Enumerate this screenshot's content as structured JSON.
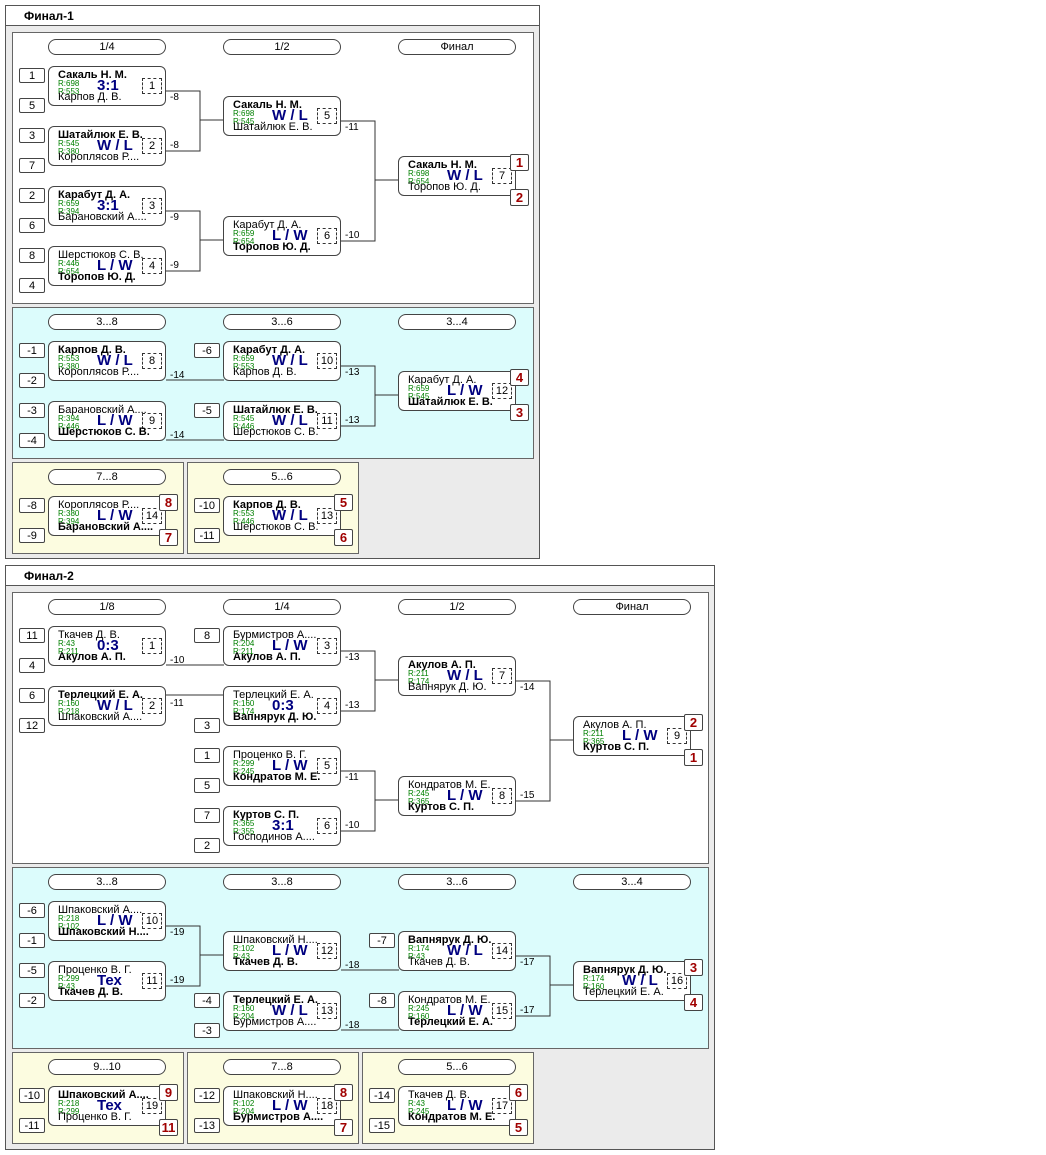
{
  "f1": {
    "title": "Финал-1",
    "rounds_main": [
      "1/4",
      "1/2",
      "Финал"
    ],
    "rounds_cons": [
      "3...8",
      "3...6",
      "3...4"
    ],
    "round_78": "7...8",
    "round_56": "5...6",
    "seeds": [
      "1",
      "5",
      "3",
      "7",
      "2",
      "6",
      "8",
      "4",
      "-1",
      "-2",
      "-3",
      "-4",
      "-6",
      "-5",
      "-8",
      "-9",
      "-10",
      "-11"
    ],
    "labels": [
      "-8",
      "-8",
      "-9",
      "-9",
      "-11",
      "-10",
      "-14",
      "-14",
      "-13",
      "-13"
    ],
    "places": [
      "1",
      "2",
      "4",
      "3",
      "8",
      "7",
      "5",
      "6"
    ],
    "matches": [
      {
        "p1": "Сакаль Н. М.",
        "r1": "R:698",
        "p2": "Карпов Д. В.",
        "r2": "R:553",
        "score": "3:1",
        "no": "1"
      },
      {
        "p1": "Шатайлюк Е. В.",
        "r1": "R:545",
        "p2": "Короплясов Р....",
        "r2": "R:380",
        "score": "W / L",
        "no": "2"
      },
      {
        "p1": "Карабут Д. А.",
        "r1": "R:659",
        "p2": "Барановский А....",
        "r2": "R:394",
        "score": "3:1",
        "no": "3"
      },
      {
        "p1": "Шерстюков С. В.",
        "r1": "R:446",
        "p2": "Торопов Ю. Д.",
        "r2": "R:654",
        "score": "L / W",
        "no": "4"
      },
      {
        "p1": "Сакаль Н. М.",
        "r1": "R:698",
        "p2": "Шатайлюк Е. В.",
        "r2": "R:545",
        "score": "W / L",
        "no": "5"
      },
      {
        "p1": "Карабут Д. А.",
        "r1": "R:659",
        "p2": "Торопов Ю. Д.",
        "r2": "R:654",
        "score": "L / W",
        "no": "6"
      },
      {
        "p1": "Сакаль Н. М.",
        "r1": "R:698",
        "p2": "Торопов Ю. Д.",
        "r2": "R:654",
        "score": "W / L",
        "no": "7"
      },
      {
        "p1": "Карпов Д. В.",
        "r1": "R:553",
        "p2": "Короплясов Р....",
        "r2": "R:380",
        "score": "W / L",
        "no": "8"
      },
      {
        "p1": "Барановский А....",
        "r1": "R:394",
        "p2": "Шерстюков С. В.",
        "r2": "R:446",
        "score": "L / W",
        "no": "9"
      },
      {
        "p1": "Карабут Д. А.",
        "r1": "R:659",
        "p2": "Карпов Д. В.",
        "r2": "R:553",
        "score": "W / L",
        "no": "10"
      },
      {
        "p1": "Шатайлюк Е. В.",
        "r1": "R:545",
        "p2": "Шерстюков С. В.",
        "r2": "R:446",
        "score": "W / L",
        "no": "11"
      },
      {
        "p1": "Карабут Д. А.",
        "r1": "R:659",
        "p2": "Шатайлюк Е. В.",
        "r2": "R:545",
        "score": "L / W",
        "no": "12"
      },
      {
        "p1": "Короплясов Р....",
        "r1": "R:380",
        "p2": "Барановский А....",
        "r2": "R:394",
        "score": "L / W",
        "no": "14"
      },
      {
        "p1": "Карпов Д. В.",
        "r1": "R:553",
        "p2": "Шерстюков С. В.",
        "r2": "R:446",
        "score": "W / L",
        "no": "13"
      }
    ]
  },
  "f2": {
    "title": "Финал-2",
    "rounds_main": [
      "1/8",
      "1/4",
      "1/2",
      "Финал"
    ],
    "rounds_cons": [
      "3...8",
      "3...8",
      "3...6",
      "3...4"
    ],
    "round_910": "9...10",
    "round_78": "7...8",
    "round_56": "5...6",
    "seeds": [
      "11",
      "4",
      "6",
      "12",
      "8",
      "3",
      "1",
      "5",
      "7",
      "2",
      "-6",
      "-1",
      "-5",
      "-2",
      "-4",
      "-3",
      "-7",
      "-8",
      "-10",
      "-11",
      "-12",
      "-13",
      "-14",
      "-15"
    ],
    "labels": [
      "-10",
      "-11",
      "-13",
      "-13",
      "-11",
      "-10",
      "-14",
      "-15",
      "-19",
      "-19",
      "-18",
      "-18",
      "-17",
      "-17"
    ],
    "places": [
      "2",
      "1",
      "3",
      "4",
      "9",
      "11",
      "8",
      "7",
      "6",
      "5"
    ],
    "matches": [
      {
        "p1": "Ткачев Д. В.",
        "r1": "R:43",
        "p2": "Акулов А. П.",
        "r2": "R:211",
        "score": "0:3",
        "no": "1"
      },
      {
        "p1": "Терлецкий Е. А.",
        "r1": "R:160",
        "p2": "Шпаковский А....",
        "r2": "R:218",
        "score": "W / L",
        "no": "2"
      },
      {
        "p1": "Бурмистров А....",
        "r1": "R:204",
        "p2": "Акулов А. П.",
        "r2": "R:211",
        "score": "L / W",
        "no": "3"
      },
      {
        "p1": "Терлецкий Е. А.",
        "r1": "R:160",
        "p2": "Вапнярук Д. Ю.",
        "r2": "R:174",
        "score": "0:3",
        "no": "4"
      },
      {
        "p1": "Проценко В. Г.",
        "r1": "R:299",
        "p2": "Кондратов М. Е.",
        "r2": "R:245",
        "score": "L / W",
        "no": "5"
      },
      {
        "p1": "Куртов С. П.",
        "r1": "R:365",
        "p2": "Господинов А....",
        "r2": "R:355",
        "score": "3:1",
        "no": "6"
      },
      {
        "p1": "Акулов А. П.",
        "r1": "R:211",
        "p2": "Вапнярук Д. Ю.",
        "r2": "R:174",
        "score": "W / L",
        "no": "7"
      },
      {
        "p1": "Кондратов М. Е.",
        "r1": "R:245",
        "p2": "Куртов С. П.",
        "r2": "R:365",
        "score": "L / W",
        "no": "8"
      },
      {
        "p1": "Акулов А. П.",
        "r1": "R:211",
        "p2": "Куртов С. П.",
        "r2": "R:365",
        "score": "L / W",
        "no": "9"
      },
      {
        "p1": "Шпаковский А....",
        "r1": "R:218",
        "p2": "Шпаковский Н....",
        "r2": "R:102",
        "score": "L / W",
        "no": "10"
      },
      {
        "p1": "Проценко В. Г.",
        "r1": "R:299",
        "p2": "Ткачев Д. В.",
        "r2": "R:43",
        "score": "Тех",
        "no": "11"
      },
      {
        "p1": "Шпаковский Н....",
        "r1": "R:102",
        "p2": "Ткачев Д. В.",
        "r2": "R:43",
        "score": "L / W",
        "no": "12"
      },
      {
        "p1": "Терлецкий Е. А.",
        "r1": "R:160",
        "p2": "Бурмистров А....",
        "r2": "R:204",
        "score": "W / L",
        "no": "13"
      },
      {
        "p1": "Вапнярук Д. Ю.",
        "r1": "R:174",
        "p2": "Ткачев Д. В.",
        "r2": "R:43",
        "score": "W / L",
        "no": "14"
      },
      {
        "p1": "Кондратов М. Е.",
        "r1": "R:245",
        "p2": "Терлецкий Е. А.",
        "r2": "R:160",
        "score": "L / W",
        "no": "15"
      },
      {
        "p1": "Вапнярук Д. Ю.",
        "r1": "R:174",
        "p2": "Терлецкий Е. А.",
        "r2": "R:160",
        "score": "W / L",
        "no": "16"
      },
      {
        "p1": "Шпаковский А....",
        "r1": "R:218",
        "p2": "Проценко В. Г.",
        "r2": "R:299",
        "score": "Тех",
        "no": "19"
      },
      {
        "p1": "Шпаковский Н....",
        "r1": "R:102",
        "p2": "Бурмистров А....",
        "r2": "R:204",
        "score": "L / W",
        "no": "18"
      },
      {
        "p1": "Ткачев Д. В.",
        "r1": "R:43",
        "p2": "Кондратов М. Е.",
        "r2": "R:245",
        "score": "L / W",
        "no": "17"
      }
    ]
  }
}
